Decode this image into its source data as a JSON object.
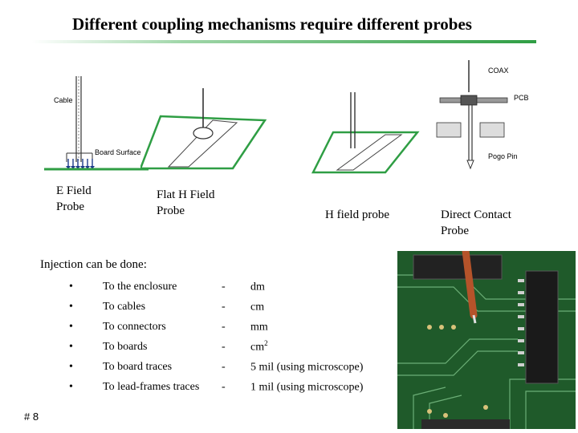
{
  "slide": {
    "title": "Different coupling mechanisms require different probes",
    "number": "# 8"
  },
  "figures": {
    "e_field": {
      "label_cable": "Cable",
      "label_surface": "Board Surface",
      "caption_line1": "E Field",
      "caption_line2": "Probe"
    },
    "flat_h": {
      "caption_line1": "Flat H Field",
      "caption_line2": "Probe"
    },
    "h_field": {
      "caption": "H field probe"
    },
    "direct": {
      "label_coax": "COAX",
      "label_pcb": "PCB",
      "label_pin": "Pogo Pin",
      "caption_line1": "Direct Contact",
      "caption_line2": "Probe"
    }
  },
  "injection": {
    "intro": "Injection can be done:",
    "items": [
      {
        "bullet": "•",
        "label": "To the enclosure",
        "dash": "-",
        "value": "dm",
        "sup": ""
      },
      {
        "bullet": "•",
        "label": "To cables",
        "dash": "-",
        "value": "cm",
        "sup": ""
      },
      {
        "bullet": "•",
        "label": "To connectors",
        "dash": "-",
        "value": "mm",
        "sup": ""
      },
      {
        "bullet": "•",
        "label": "To boards",
        "dash": "-",
        "value": "cm",
        "sup": "2"
      },
      {
        "bullet": "•",
        "label": "To board traces",
        "dash": "-",
        "value": "5 mil (using microscope)",
        "sup": ""
      },
      {
        "bullet": "•",
        "label": "To lead-frames traces",
        "dash": "-",
        "value": "1 mil (using microscope)",
        "sup": ""
      }
    ]
  },
  "photo": {
    "icon": "pcb-probe-photo"
  },
  "colors": {
    "title_rule": "#2f9e44",
    "board_green": "#2f9e44",
    "probe_dot": "#1e3a8a"
  }
}
